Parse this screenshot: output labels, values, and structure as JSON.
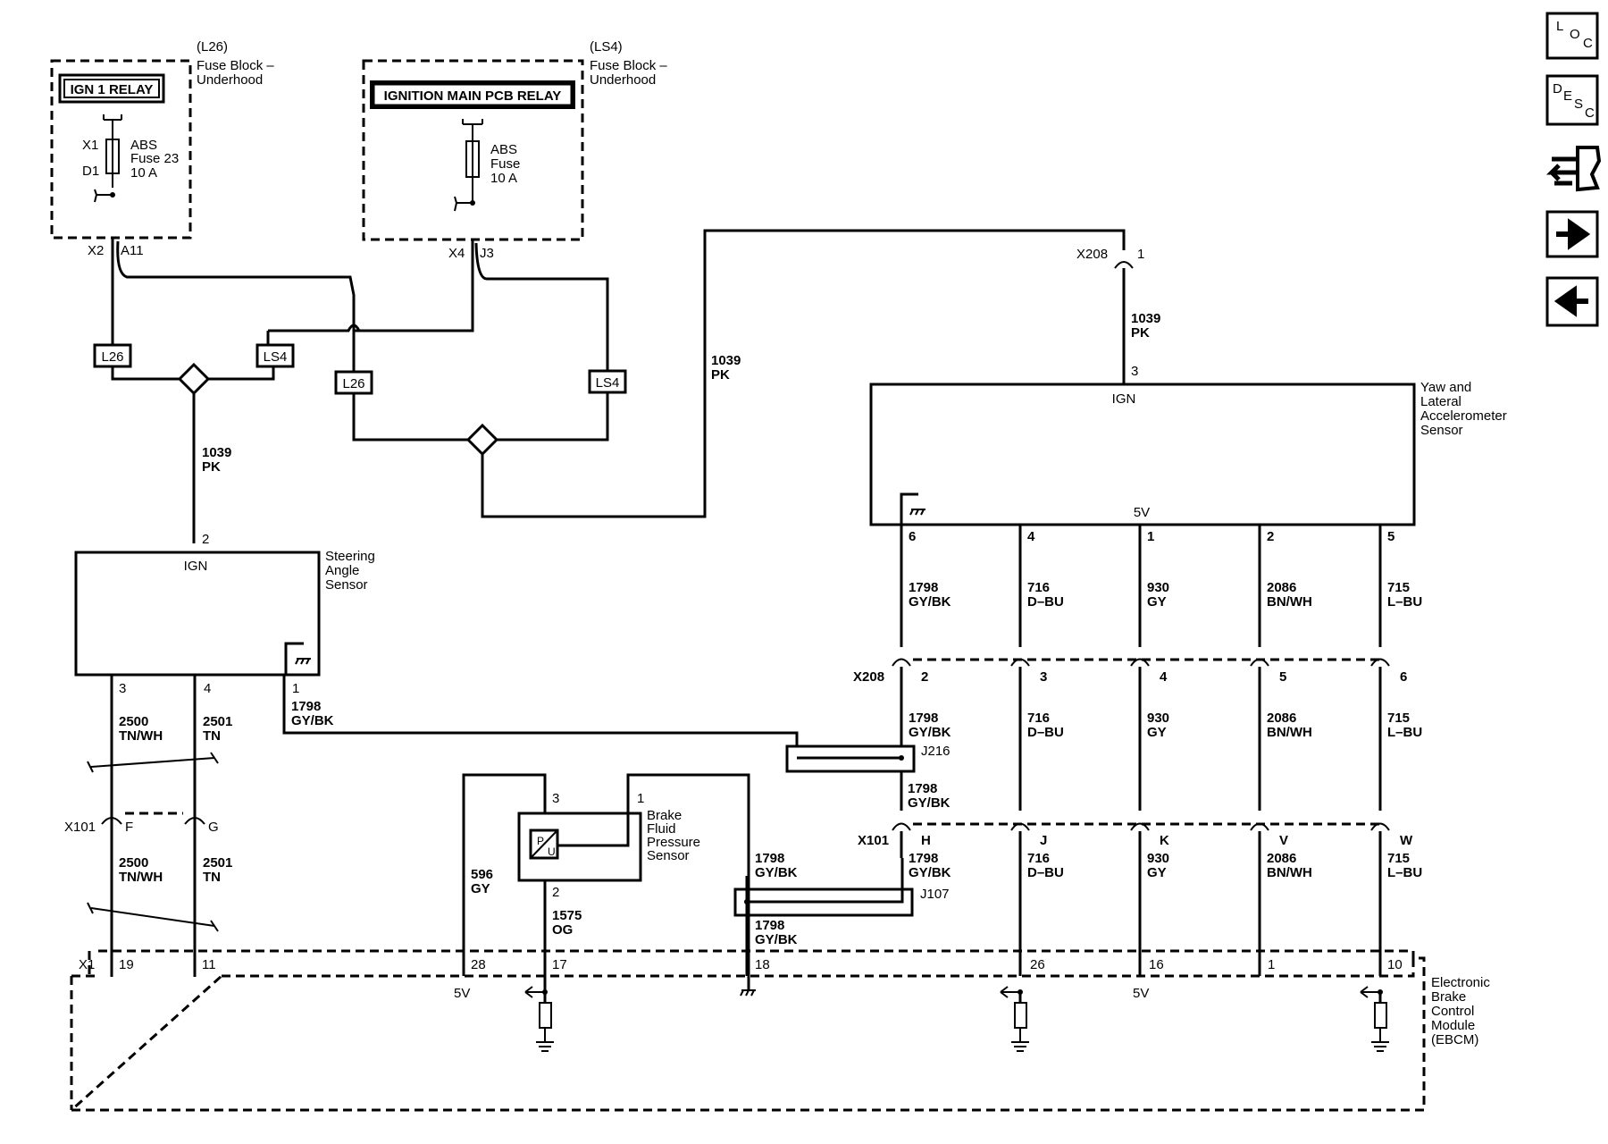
{
  "fuse_l26": {
    "option": "(L26)",
    "block_line1": "Fuse Block –",
    "block_line2": "Underhood",
    "relay": "IGN 1 RELAY",
    "in_pin": "X1",
    "out_pin": "D1",
    "fuse_line1": "ABS",
    "fuse_line2": "Fuse 23",
    "fuse_line3": "10 A",
    "conn": "X2",
    "cav": "A11"
  },
  "fuse_ls4": {
    "option": "(LS4)",
    "block_line1": "Fuse Block –",
    "block_line2": "Underhood",
    "relay": "IGNITION MAIN PCB RELAY",
    "fuse_line1": "ABS",
    "fuse_line2": "Fuse",
    "fuse_line3": "10 A",
    "conn": "X4",
    "cav": "J3"
  },
  "option_tags": {
    "l26_a": "L26",
    "ls4_a": "LS4",
    "l26_b": "L26",
    "ls4_b": "LS4"
  },
  "wires": {
    "pk_left_num": "1039",
    "pk_left_col": "PK",
    "pk_mid_num": "1039",
    "pk_mid_col": "PK",
    "pk_right_num": "1039",
    "pk_right_col": "PK",
    "w2500_a": "2500",
    "w2500_a_col": "TN/WH",
    "w2501_a": "2501",
    "w2501_a_col": "TN",
    "w1798_a": "1798",
    "w1798_a_col": "GY/BK",
    "w2500_b": "2500",
    "w2500_b_col": "TN/WH",
    "w2501_b": "2501",
    "w2501_b_col": "TN",
    "w596": "596",
    "w596_col": "GY",
    "w1575": "1575",
    "w1575_col": "OG",
    "w1798_c": "1798",
    "w1798_c_col": "GY/BK",
    "w1798_d": "1798",
    "w1798_d_col": "GY/BK"
  },
  "x208_top": {
    "conn": "X208",
    "pin": "1"
  },
  "yaw_sensor": {
    "name_line1": "Yaw and",
    "name_line2": "Lateral",
    "name_line3": "Accelerometer",
    "name_line4": "Sensor",
    "ign": "IGN",
    "ign_pin": "3",
    "v5": "5V",
    "pins": [
      "6",
      "4",
      "1",
      "2",
      "5"
    ],
    "circuits_a": [
      {
        "num": "1798",
        "col": "GY/BK"
      },
      {
        "num": "716",
        "col": "D–BU"
      },
      {
        "num": "930",
        "col": "GY"
      },
      {
        "num": "2086",
        "col": "BN/WH"
      },
      {
        "num": "715",
        "col": "L–BU"
      }
    ]
  },
  "x208_row": {
    "conn": "X208",
    "pins": [
      "2",
      "3",
      "4",
      "5",
      "6"
    ],
    "circuits_b": [
      {
        "num": "1798",
        "col": "GY/BK"
      },
      {
        "num": "716",
        "col": "D–BU"
      },
      {
        "num": "930",
        "col": "GY"
      },
      {
        "num": "2086",
        "col": "BN/WH"
      },
      {
        "num": "715",
        "col": "L–BU"
      }
    ]
  },
  "j216": {
    "name": "J216",
    "num": "1798",
    "col": "GY/BK"
  },
  "x101_row": {
    "conn": "X101",
    "pins": [
      "H",
      "J",
      "K",
      "V",
      "W"
    ],
    "circuits_c": [
      {
        "num": "1798",
        "col": "GY/BK"
      },
      {
        "num": "716",
        "col": "D–BU"
      },
      {
        "num": "930",
        "col": "GY"
      },
      {
        "num": "2086",
        "col": "BN/WH"
      },
      {
        "num": "715",
        "col": "L–BU"
      }
    ]
  },
  "j107": {
    "name": "J107"
  },
  "steering_sensor": {
    "name_line1": "Steering",
    "name_line2": "Angle",
    "name_line3": "Sensor",
    "ign": "IGN",
    "ign_pin": "2",
    "pins": [
      "3",
      "4",
      "1"
    ]
  },
  "x101_left": {
    "conn": "X101",
    "pin_f": "F",
    "pin_g": "G"
  },
  "brake_sensor": {
    "name_line1": "Brake",
    "name_line2": "Fluid",
    "name_line3": "Pressure",
    "name_line4": "Sensor",
    "pin3": "3",
    "pin1": "1",
    "pin2": "2",
    "symbol_p": "P",
    "symbol_u": "U"
  },
  "ebcm": {
    "conn": "X1",
    "name_line1": "Electronic",
    "name_line2": "Brake",
    "name_line3": "Control",
    "name_line4": "Module",
    "name_line5": "(EBCM)",
    "pins": [
      "19",
      "11",
      "28",
      "17",
      "18",
      "26",
      "16",
      "1",
      "10"
    ],
    "v5_a": "5V",
    "v5_b": "5V"
  },
  "nav": {
    "loc": [
      "L",
      "O",
      "C"
    ],
    "desc": [
      "D",
      "E",
      "S",
      "C"
    ]
  }
}
